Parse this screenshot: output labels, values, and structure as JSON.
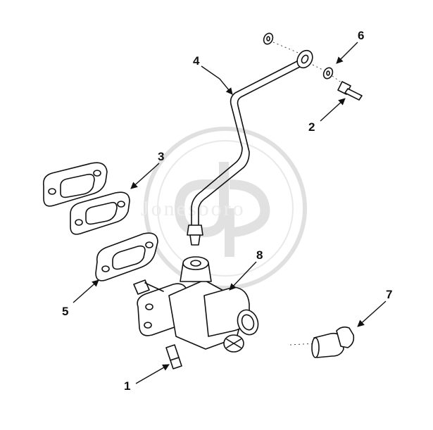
{
  "diagram": {
    "callouts": [
      {
        "id": "1",
        "label": "1"
      },
      {
        "id": "2",
        "label": "2"
      },
      {
        "id": "3",
        "label": "3"
      },
      {
        "id": "4",
        "label": "4"
      },
      {
        "id": "5",
        "label": "5"
      },
      {
        "id": "6",
        "label": "6"
      },
      {
        "id": "7",
        "label": "7"
      },
      {
        "id": "8",
        "label": "8"
      }
    ],
    "watermark": {
      "text": "Jonesboro"
    }
  },
  "colors": {
    "line": "#111111",
    "watermark": "#c8c8c8",
    "background": "#ffffff"
  }
}
